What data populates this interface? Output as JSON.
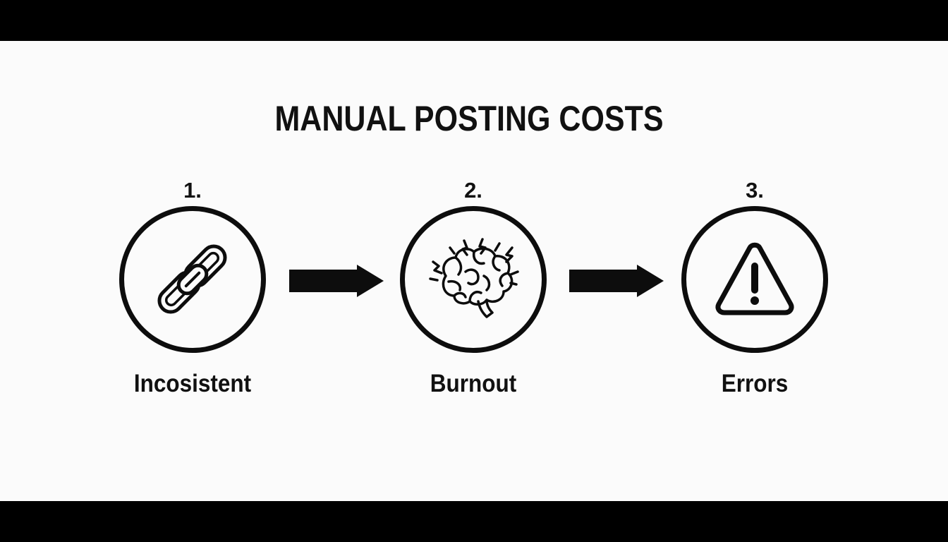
{
  "title": "MANUAL POSTING COSTS",
  "steps": [
    {
      "number": "1.",
      "label": "Incosistent",
      "icon": "chain-link-icon"
    },
    {
      "number": "2.",
      "label": "Burnout",
      "icon": "brain-icon"
    },
    {
      "number": "3.",
      "label": "Errors",
      "icon": "warning-triangle-icon"
    }
  ],
  "colors": {
    "ink": "#0d0d0d",
    "background": "#fbfbfb",
    "letterbox": "#000000"
  }
}
